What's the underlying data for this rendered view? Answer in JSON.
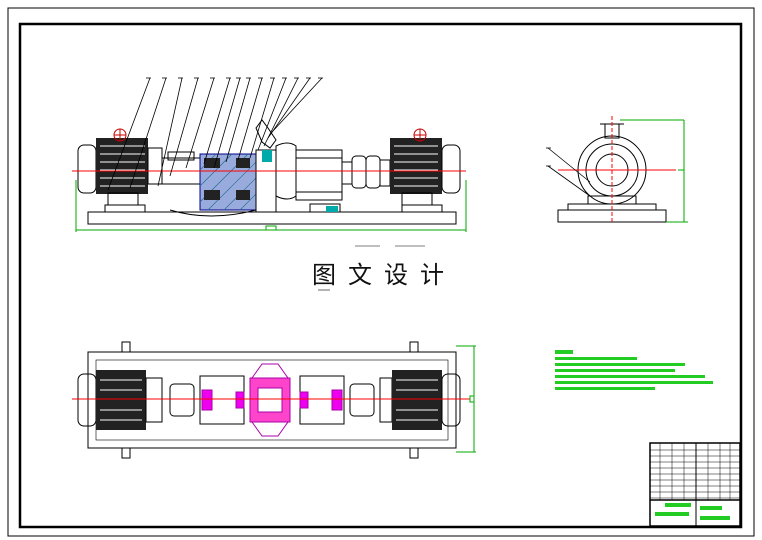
{
  "watermark": "图文设计",
  "colors": {
    "frame": "#000000",
    "centerline": "#ff0000",
    "dimension": "#00aa00",
    "coupling": "#ff00ff",
    "section": "#00a0a0",
    "note_text": "#00cc00"
  },
  "views": {
    "front": "front-elevation",
    "side": "side-elevation",
    "top": "plan-view"
  },
  "leader_count_front": 16,
  "leader_count_side": 2
}
